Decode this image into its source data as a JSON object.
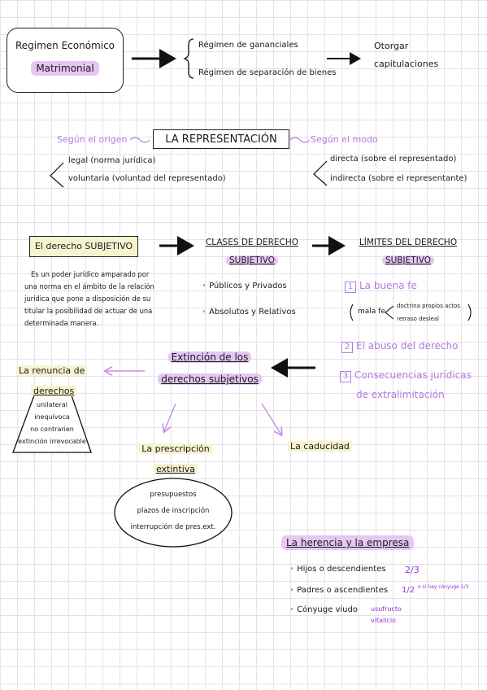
{
  "regimen": {
    "title1": "Regimen Económico",
    "title2": "Matrimonial",
    "opt1": "Régimen de gananciales",
    "opt2": "Régimen de separación de bienes",
    "result1": "Otorgar",
    "result2": "capitulaciones"
  },
  "representacion": {
    "title": "LA REPRESENTACIÓN",
    "origin_label": "Según el origen",
    "mode_label": "Según el modo",
    "origin_items": [
      "legal (norma jurídica)",
      "voluntaria (voluntad del representado)"
    ],
    "mode_items": [
      "directa (sobre el representado)",
      "indirecta (sobre el representante)"
    ]
  },
  "derecho": {
    "title": "El derecho SUBJETIVO",
    "definition": [
      "Es un poder jurídico amparado por",
      "una norma en el ámbito de la relación",
      "jurídica que pone a disposición de su",
      "titular la posibilidad de actuar de una",
      "determinada manera."
    ]
  },
  "clases": {
    "title1": "CLASES DE DERECHO",
    "title2": "SUBJETIVO",
    "items": [
      "Públicos y Privados",
      "Absolutos y Relativos"
    ]
  },
  "limites": {
    "title1": "LÍMITES DEL DERECHO",
    "title2": "SUBJETIVO",
    "items": [
      {
        "num": "1",
        "label": "La buena fe"
      },
      {
        "num": "2",
        "label": "El abuso del derecho"
      },
      {
        "num": "3",
        "label": "Consecuencias jurídicas",
        "label2": "de extralimitación"
      }
    ],
    "mala_fe": "mala fe",
    "mala_fe_options": [
      "doctrina propios actos",
      "retraso desleal"
    ]
  },
  "extincion": {
    "title1": "Extinción de los",
    "title2": "derechos subjetivos",
    "renuncia": {
      "title1": "La renuncia de",
      "title2": "derechos",
      "traits": [
        "unilateral",
        "inequívoca",
        "no contrarien",
        "extinción irrevocable"
      ]
    },
    "prescripcion": {
      "title1": "La prescripción",
      "title2": "extintiva",
      "items": [
        "presupuestos",
        "plazos de inscripción",
        "interrupción de pres.ext."
      ]
    },
    "caducidad": "La caducidad"
  },
  "herencia": {
    "title": "La herencia y la empresa",
    "items": [
      {
        "label": "Hijos o descendientes",
        "share": "2/3",
        "note": ""
      },
      {
        "label": "Padres o ascendientes",
        "share": "1/2",
        "note": "o si hay cónyuge 1/3"
      },
      {
        "label": "Cónyuge viudo",
        "share": "usufructo",
        "note": "vitalicio"
      }
    ]
  },
  "colors": {
    "accent": "#b57ae0",
    "highlight_purple": "#e6c6f5",
    "highlight_yellow": "#f6f3cf",
    "deep_purple": "#9933cc"
  }
}
